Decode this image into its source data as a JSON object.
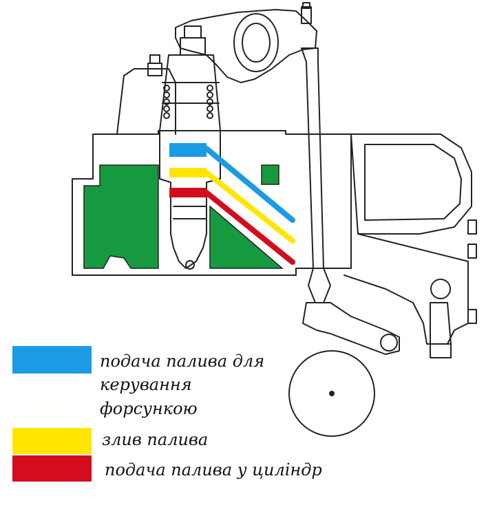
{
  "colors": {
    "control_supply": "#1b9be6",
    "drain": "#ffe600",
    "cylinder_supply": "#d40d1e",
    "housing_cavity": "#179a3f",
    "outline": "#222222",
    "background": "#ffffff"
  },
  "legend": [
    {
      "label": "подача палива для керування форсункою",
      "lines": [
        "подача палива для",
        "керування",
        "форсункою"
      ],
      "color": "#1b9be6"
    },
    {
      "label": "злив палива",
      "lines": [
        "злив палива"
      ],
      "color": "#ffe600"
    },
    {
      "label": "подача палива у циліндр",
      "lines": [
        "подача палива у циліндр"
      ],
      "color": "#d40d1e"
    }
  ]
}
